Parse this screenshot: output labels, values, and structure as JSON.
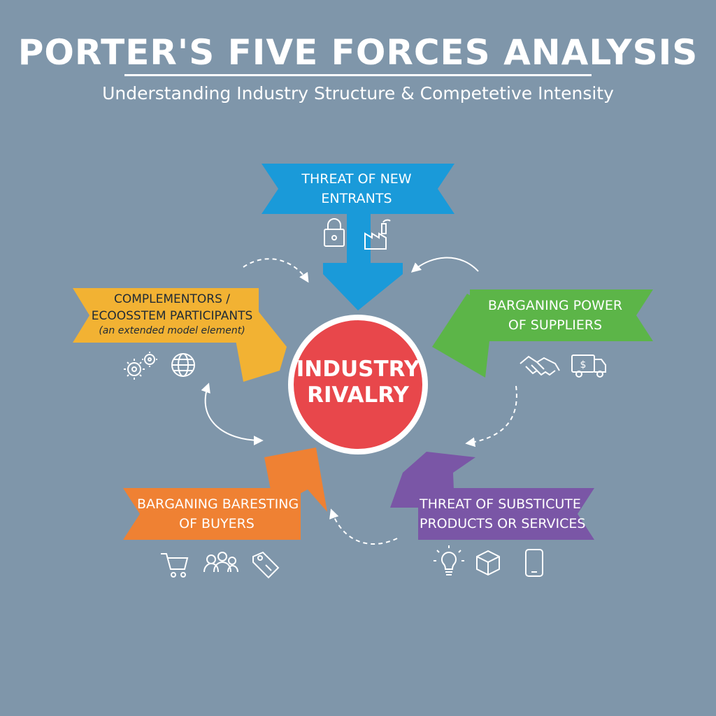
{
  "header": {
    "title": "PORTER'S FIVE FORCES ANALYSIS",
    "subtitle": "Understanding Industry Structure & Competetive Intensity"
  },
  "hub": {
    "line1": "INDUSTRY",
    "line2": "RIVALRY",
    "color": "#e8474b"
  },
  "forces": {
    "new_entrants": {
      "line1": "THREAT OF NEW",
      "line2": "ENTRANTS",
      "color": "#1a9ad9",
      "icons": [
        "padlock-icon",
        "factory-icon"
      ]
    },
    "suppliers": {
      "line1": "BARGANING POWER",
      "line2": "OF SUPPLIERS",
      "color": "#5cb548",
      "icons": [
        "handshake-icon",
        "delivery-truck-icon"
      ]
    },
    "substitutes": {
      "line1": "THREAT OF SUBSTICUTE",
      "line2": "PRODUCTS OR SERVICES",
      "color": "#7a56a6",
      "icons": [
        "lightbulb-icon",
        "box-icon",
        "smartphone-icon"
      ]
    },
    "buyers": {
      "line1": "BARGANING BARESTING",
      "line2": "OF BUYERS",
      "color": "#ef8133",
      "icons": [
        "shopping-cart-icon",
        "people-group-icon",
        "price-tag-icon"
      ]
    },
    "complementors": {
      "line1": "COMPLEMENTORS /",
      "line2": "ECOOSSTEM PARTICIPANTS",
      "note": "(an extended model element)",
      "color": "#f2b233",
      "icons": [
        "gears-icon",
        "globe-icon"
      ]
    }
  }
}
